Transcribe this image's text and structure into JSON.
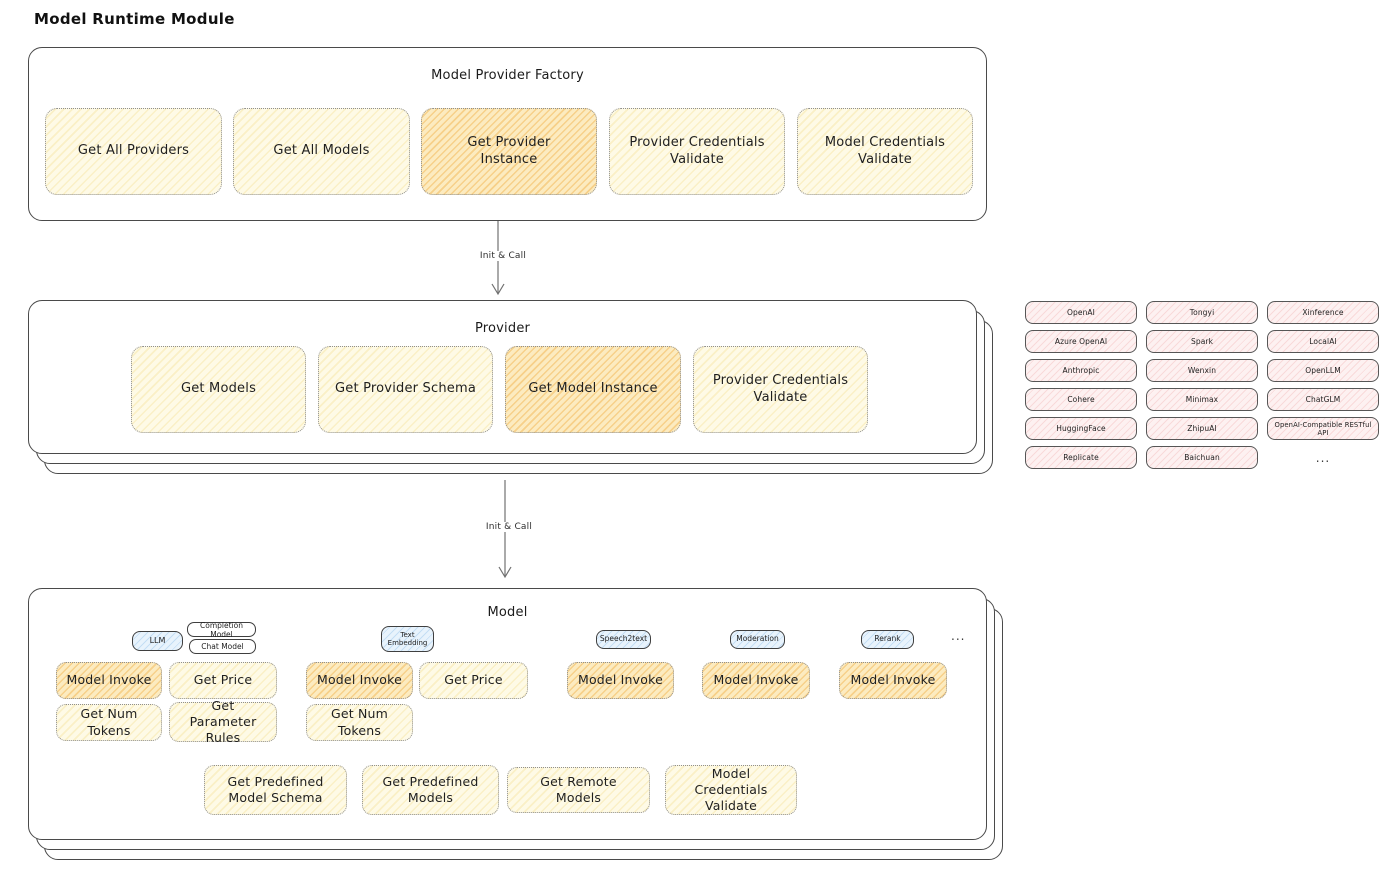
{
  "page": {
    "title": "Model Runtime Module"
  },
  "colors": {
    "button_fill": "#fefae6",
    "button_highlight": "#fcebc0",
    "tag_blue": "#e8f3fc",
    "provider_pink": "#fdf1f1",
    "panel_border": "#4a4a4a",
    "arrow": "#707070"
  },
  "factory": {
    "title": "Model Provider Factory",
    "buttons": [
      {
        "label": "Get All Providers",
        "highlighted": false
      },
      {
        "label": "Get All Models",
        "highlighted": false
      },
      {
        "label": "Get Provider Instance",
        "highlighted": true
      },
      {
        "label": "Provider Credentials Validate",
        "highlighted": false
      },
      {
        "label": "Model Credentials Validate",
        "highlighted": false
      }
    ]
  },
  "arrows": {
    "factory_to_provider": "Init & Call",
    "provider_to_model": "Init & Call"
  },
  "provider": {
    "title": "Provider",
    "buttons": [
      {
        "label": "Get Models",
        "highlighted": false
      },
      {
        "label": "Get Provider Schema",
        "highlighted": false
      },
      {
        "label": "Get Model Instance",
        "highlighted": true
      },
      {
        "label": "Provider Credentials Validate",
        "highlighted": false
      }
    ]
  },
  "providers": {
    "items": [
      "OpenAI",
      "Tongyi",
      "Xinference",
      "Azure OpenAI",
      "Spark",
      "LocalAI",
      "Anthropic",
      "Wenxin",
      "OpenLLM",
      "Cohere",
      "Minimax",
      "ChatGLM",
      "HuggingFace",
      "ZhipuAI",
      "OpenAI-Compatible RESTful API",
      "Replicate",
      "Baichuan"
    ],
    "more": "..."
  },
  "model": {
    "title": "Model",
    "more": "...",
    "groups": [
      {
        "tag": "LLM",
        "subtags": [
          "Completion Model",
          "Chat Model"
        ],
        "buttons": [
          {
            "label": "Model Invoke",
            "highlighted": true
          },
          {
            "label": "Get Price",
            "highlighted": false
          },
          {
            "label": "Get Num Tokens",
            "highlighted": false
          },
          {
            "label": "Get Parameter Rules",
            "highlighted": false
          }
        ]
      },
      {
        "tag": "Text Embedding",
        "buttons": [
          {
            "label": "Model Invoke",
            "highlighted": true
          },
          {
            "label": "Get Price",
            "highlighted": false
          },
          {
            "label": "Get Num Tokens",
            "highlighted": false
          }
        ]
      },
      {
        "tag": "Speech2text",
        "buttons": [
          {
            "label": "Model Invoke",
            "highlighted": true
          }
        ]
      },
      {
        "tag": "Moderation",
        "buttons": [
          {
            "label": "Model Invoke",
            "highlighted": true
          }
        ]
      },
      {
        "tag": "Rerank",
        "buttons": [
          {
            "label": "Model Invoke",
            "highlighted": true
          }
        ]
      }
    ],
    "bottom_buttons": [
      "Get Predefined Model Schema",
      "Get Predefined Models",
      "Get Remote Models",
      "Model Credentials Validate"
    ]
  }
}
